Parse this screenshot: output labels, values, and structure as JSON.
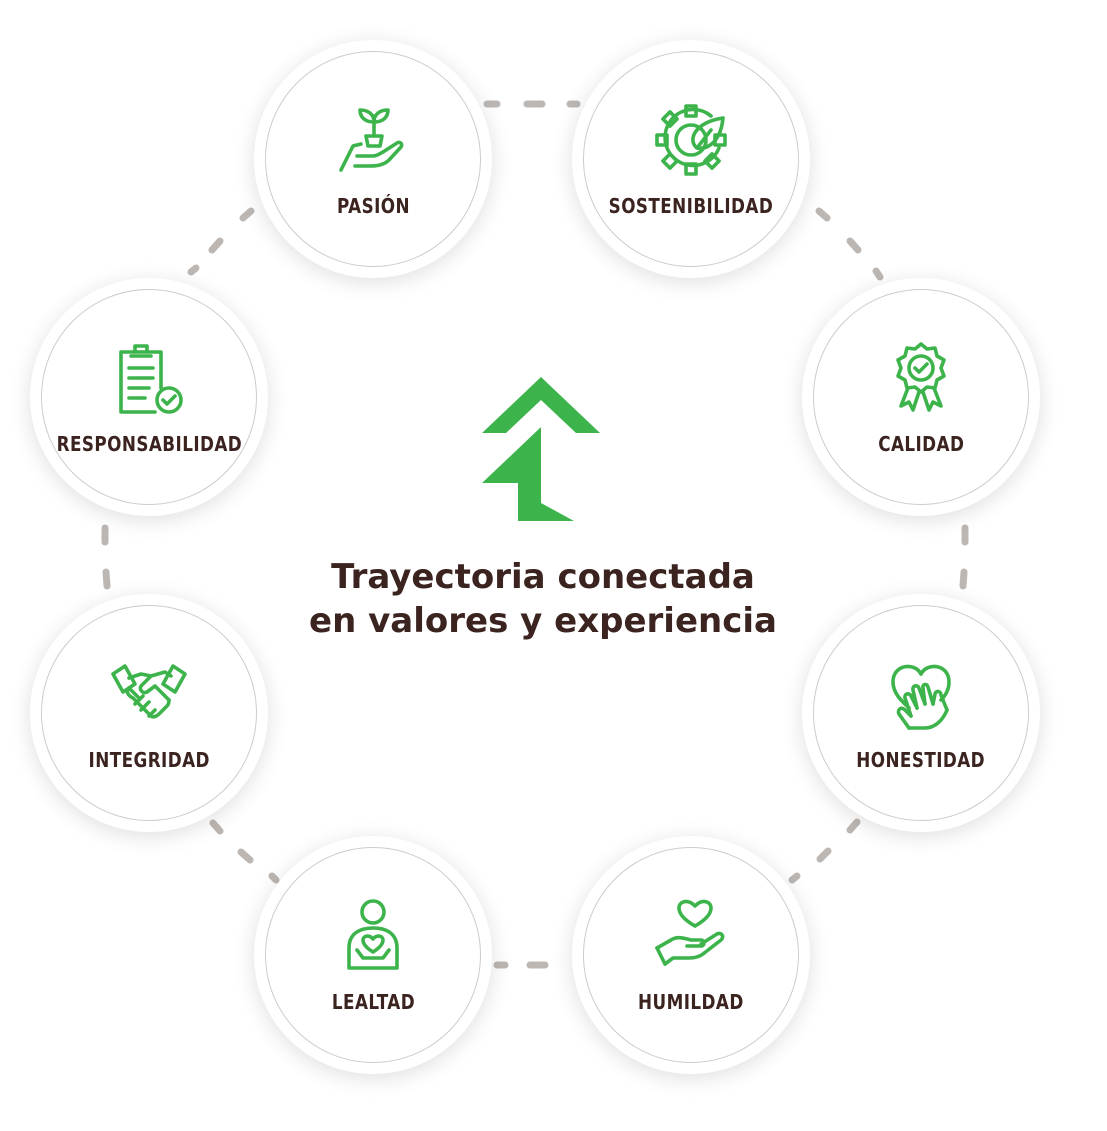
{
  "center": {
    "title_line1": "Trayectoria conectada",
    "title_line2": "en valores y experiencia"
  },
  "colors": {
    "accent": "#3cb44b",
    "text": "#3b2320",
    "connector": "#bdb7b3",
    "ring_border": "#cfcbc8"
  },
  "values": [
    {
      "label": "PASIÓN",
      "icon": "plant-in-hand-icon"
    },
    {
      "label": "SOSTENIBILIDAD",
      "icon": "eco-gear-leaf-icon"
    },
    {
      "label": "CALIDAD",
      "icon": "quality-award-badge-icon"
    },
    {
      "label": "HONESTIDAD",
      "icon": "hand-on-heart-icon"
    },
    {
      "label": "HUMILDAD",
      "icon": "heart-in-hand-icon"
    },
    {
      "label": "LEALTAD",
      "icon": "person-heart-icon"
    },
    {
      "label": "INTEGRIDAD",
      "icon": "handshake-icon"
    },
    {
      "label": "RESPONSABILIDAD",
      "icon": "clipboard-check-icon"
    }
  ]
}
